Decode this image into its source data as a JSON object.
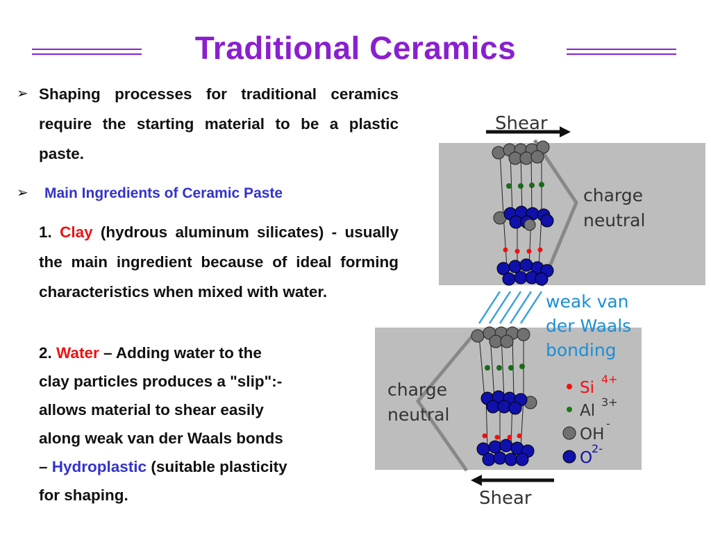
{
  "title": "Traditional Ceramics",
  "bullet1": {
    "marker": "➢",
    "text": "Shaping processes for traditional ceramics require the starting material to be a plastic paste."
  },
  "bullet2": {
    "marker": "➢",
    "text": "Main Ingredients of Ceramic Paste"
  },
  "item1": {
    "number": "1.",
    "keyword": "Clay",
    "text": "(hydrous aluminum silicates) - usually the main ingredient because of ideal forming characteristics when mixed with water."
  },
  "item2": {
    "number": "2.",
    "keyword": "Water",
    "line1": "– Adding water to the",
    "line2": "clay particles produces a \"slip\":-",
    "line3": "allows material to shear easily",
    "line4": "along weak van der Waals bonds",
    "line5_prefix": "–",
    "line5_keyword": "Hydroplastic",
    "line5_rest": "(suitable plasticity",
    "line6": "for shaping."
  },
  "figure": {
    "shear_top": "Shear",
    "shear_bottom": "Shear",
    "charge_top_1": "charge",
    "charge_top_2": "neutral",
    "charge_bottom_1": "charge",
    "charge_bottom_2": "neutral",
    "weak_1": "weak van",
    "weak_2": "der Waals",
    "weak_3": "bonding",
    "legend": [
      {
        "symbol": "Si",
        "charge": "4+",
        "color": "#ee1111"
      },
      {
        "symbol": "Al",
        "charge": "3+",
        "color": "#1a7a1a"
      },
      {
        "symbol": "OH",
        "charge": "-",
        "color": "#666666"
      },
      {
        "symbol": "O",
        "charge": "2-",
        "color": "#1010aa"
      }
    ]
  },
  "colors": {
    "title": "#8a1fd0",
    "blue_text": "#3333cc",
    "red_text": "#ee1111",
    "panel_gray": "#bdbdbd",
    "figure_blue_text": "#1a8fd6"
  }
}
